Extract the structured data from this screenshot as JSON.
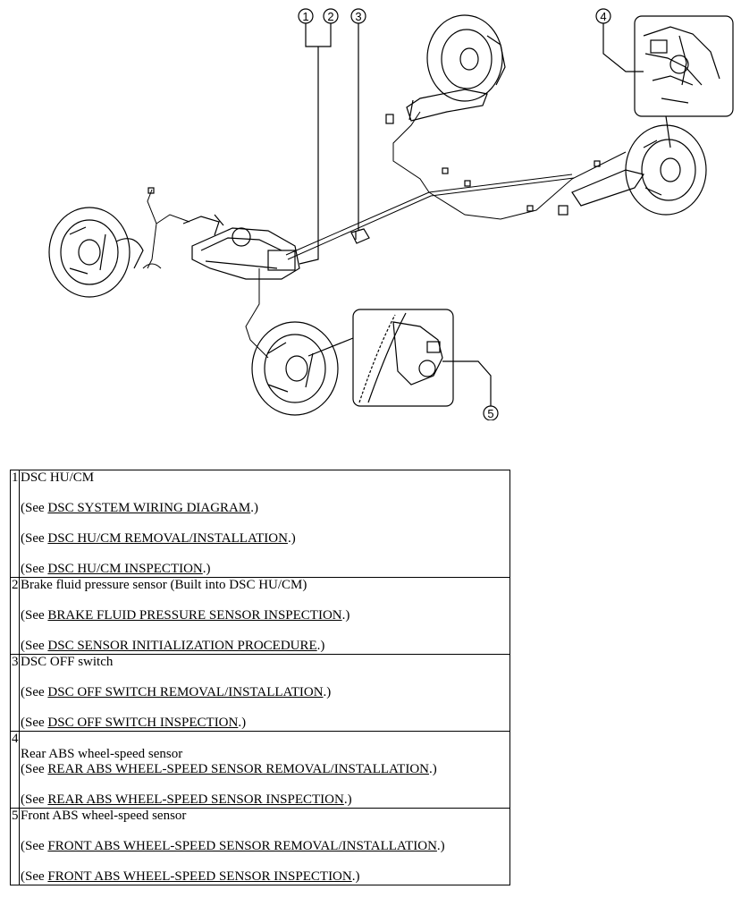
{
  "callouts": [
    "1",
    "2",
    "3",
    "4",
    "5"
  ],
  "rows": [
    {
      "number": "1",
      "title": "DSC HU/CM",
      "refs": [
        {
          "prefix": "(See ",
          "link": "DSC SYSTEM WIRING DIAGRAM",
          "suffix": ".)"
        },
        {
          "prefix": "(See ",
          "link": "DSC HU/CM REMOVAL/INSTALLATION",
          "suffix": ".)"
        },
        {
          "prefix": "(See ",
          "link": "DSC HU/CM INSPECTION",
          "suffix": ".)"
        }
      ]
    },
    {
      "number": "2",
      "title": "Brake fluid pressure sensor (Built into DSC HU/CM)",
      "refs": [
        {
          "prefix": "(See ",
          "link": "BRAKE FLUID PRESSURE SENSOR INSPECTION",
          "suffix": ".)"
        },
        {
          "prefix": "(See ",
          "link": "DSC SENSOR INITIALIZATION PROCEDURE",
          "suffix": ".)"
        }
      ]
    },
    {
      "number": "3",
      "title": "DSC OFF switch",
      "refs": [
        {
          "prefix": "(See ",
          "link": "DSC OFF SWITCH REMOVAL/INSTALLATION",
          "suffix": ".)"
        },
        {
          "prefix": "(See ",
          "link": "DSC OFF SWITCH INSPECTION",
          "suffix": ".)"
        }
      ]
    },
    {
      "number": "4",
      "title": "Rear ABS wheel-speed sensor",
      "refs": [
        {
          "prefix": "(See ",
          "link": "REAR ABS WHEEL-SPEED SENSOR REMOVAL/INSTALLATION",
          "suffix": ".)"
        },
        {
          "prefix": "(See ",
          "link": "REAR ABS WHEEL-SPEED SENSOR INSPECTION",
          "suffix": ".)"
        }
      ]
    },
    {
      "number": "5",
      "title": "Front ABS wheel-speed sensor",
      "refs": [
        {
          "prefix": "(See ",
          "link": "FRONT ABS WHEEL-SPEED SENSOR REMOVAL/INSTALLATION",
          "suffix": ".)"
        },
        {
          "prefix": "(See ",
          "link": "FRONT ABS WHEEL-SPEED SENSOR INSPECTION",
          "suffix": ".)"
        }
      ]
    }
  ]
}
